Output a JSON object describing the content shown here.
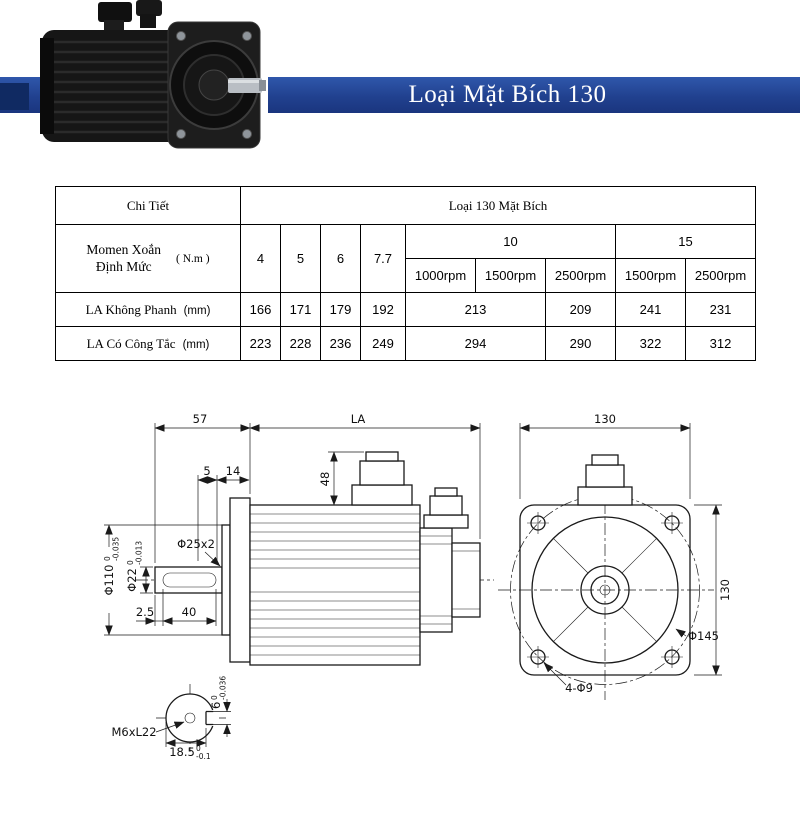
{
  "banner": {
    "title": "Loại Mặt Bích 130"
  },
  "table": {
    "col1_header": "Chi Tiết",
    "span_header": "Loại 130 Mặt Bích",
    "torque_label_line1": "Momen Xoắn",
    "torque_label_line2": "Định Mức",
    "torque_unit": "( N.m )",
    "torque_cols": [
      "4",
      "5",
      "6",
      "7.7"
    ],
    "group10": "10",
    "group15": "15",
    "rpm": [
      "1000rpm",
      "1500rpm",
      "2500rpm",
      "1500rpm",
      "2500rpm"
    ],
    "rows": [
      {
        "label": "LA Không Phanh",
        "unit": "(mm)",
        "v": [
          "166",
          "171",
          "179",
          "192",
          "213",
          "209",
          "241",
          "231"
        ]
      },
      {
        "label": "LA Có Công Tắc",
        "unit": "(mm)",
        "v": [
          "223",
          "228",
          "236",
          "249",
          "294",
          "290",
          "322",
          "312"
        ]
      }
    ]
  },
  "drawing": {
    "dims": {
      "len57": "57",
      "lenLA": "LA",
      "len5": "5",
      "len14": "14",
      "len48": "48",
      "shaft_step": "Φ25x2",
      "shaft_dia": "Φ22",
      "shaft_dia_tol_hi": "0",
      "shaft_dia_tol_lo": "-0.013",
      "pilot_dia": "Φ110",
      "pilot_dia_tol_hi": "0",
      "pilot_dia_tol_lo": "-0.035",
      "len2_5": "2.5",
      "len40": "40",
      "tap_hole": "M6xL22",
      "key_width": "6",
      "key_width_tol_hi": "0",
      "key_width_tol_lo": "-0.036",
      "key_height": "18.5",
      "key_height_tol_hi": "0",
      "key_height_tol_lo": "-0.1",
      "flange_width": "130",
      "flange_height": "130",
      "bolt_circle": "Φ145",
      "corner_holes": "4-Φ9"
    }
  }
}
